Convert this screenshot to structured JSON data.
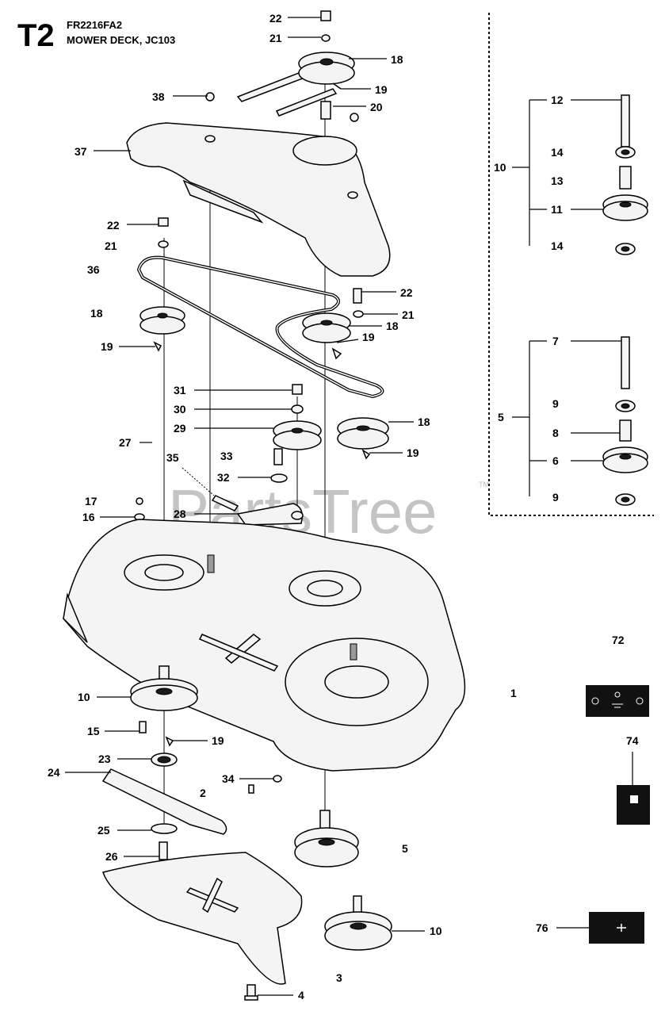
{
  "header": {
    "section_code": "T2",
    "model": "FR2216FA2",
    "title": "MOWER DECK, JC103"
  },
  "watermark": {
    "text": "PartsTree",
    "mark": "TM"
  },
  "colors": {
    "ink": "#000000",
    "watermark": "#c4c4c4",
    "label_block": "#111111"
  },
  "callouts": [
    "22",
    "21",
    "18",
    "19",
    "20",
    "38",
    "37",
    "22",
    "21",
    "36",
    "22",
    "21",
    "18",
    "18",
    "19",
    "19",
    "31",
    "30",
    "29",
    "27",
    "18",
    "19",
    "33",
    "35",
    "32",
    "17",
    "16",
    "28",
    "10",
    "15",
    "19",
    "23",
    "24",
    "34",
    "2",
    "25",
    "26",
    "5",
    "10",
    "3",
    "4"
  ],
  "inset": {
    "upper_group": {
      "label": "10",
      "items": [
        "12",
        "14",
        "13",
        "11",
        "14"
      ]
    },
    "lower_group": {
      "label": "5",
      "items": [
        "7",
        "9",
        "8",
        "6",
        "9"
      ]
    }
  },
  "labels_right": [
    "72",
    "1",
    "74",
    "76"
  ]
}
